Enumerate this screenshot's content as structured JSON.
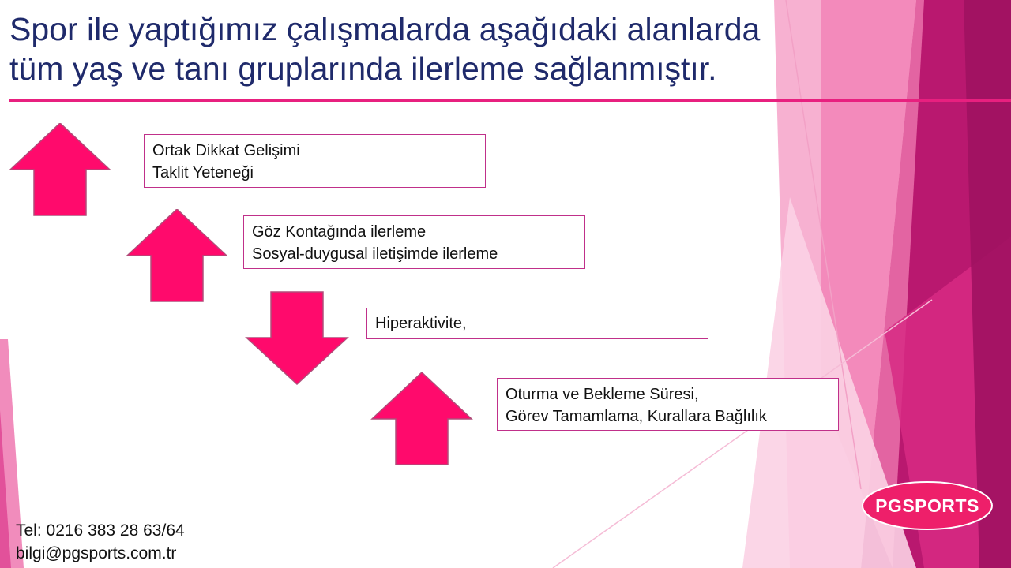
{
  "title": {
    "line1": "Spor ile yaptığımız çalışmalarda aşağıdaki alanlarda",
    "line2": "tüm yaş ve tanı gruplarında ilerleme sağlanmıştır."
  },
  "items": [
    {
      "direction": "up",
      "lines": [
        "Ortak Dikkat Gelişimi",
        "Taklit Yeteneği"
      ]
    },
    {
      "direction": "up",
      "lines": [
        "Göz Kontağında ilerleme",
        "Sosyal-duygusal iletişimde ilerleme"
      ]
    },
    {
      "direction": "down",
      "lines": [
        "Hiperaktivite,"
      ]
    },
    {
      "direction": "up",
      "lines": [
        "Oturma ve Bekleme Süresi,",
        "Görev Tamamlama, Kurallara Bağlılık"
      ]
    }
  ],
  "contact": {
    "phone": "Tel: 0216 383 28 63/64",
    "email": "bilgi@pgsports.com.tr"
  },
  "logo": {
    "text": "PGSPORTS"
  },
  "colors": {
    "arrow": "#ff0a6c",
    "title": "#1f2a6b",
    "accent": "#e8207f"
  }
}
